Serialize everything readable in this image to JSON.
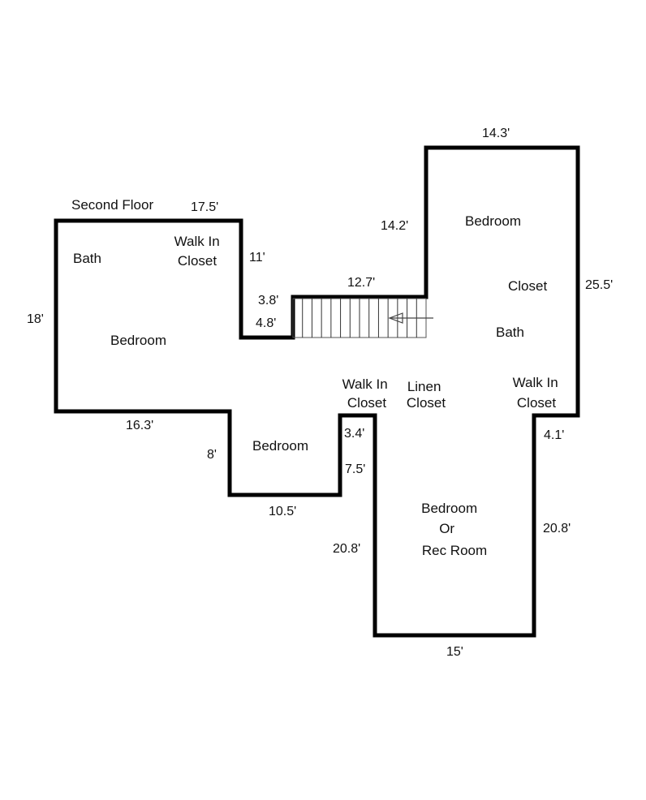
{
  "title": "Second Floor",
  "rooms": {
    "bath_left": "Bath",
    "walk_in_closet_top": [
      "Walk In",
      "Closet"
    ],
    "bedroom_left": "Bedroom",
    "bedroom_bottom": "Bedroom",
    "walk_in_closet_mid": [
      "Walk In",
      "Closet"
    ],
    "linen_closet": [
      "Linen",
      "Closet"
    ],
    "bedroom_right": "Bedroom",
    "closet_right": "Closet",
    "bath_right": "Bath",
    "walk_in_closet_right": [
      "Walk In",
      "Closet"
    ],
    "bedroom_rec": [
      "Bedroom",
      "Or",
      "Rec Room"
    ]
  },
  "dimensions": {
    "top_left_width": "17.5'",
    "left_height": "18'",
    "closet_notch_height": "11'",
    "notch_width": "3.8'",
    "notch_depth": "4.8'",
    "stair_run": "12.7'",
    "right_wing_drop": "14.2'",
    "right_wing_width": "14.3'",
    "right_wing_height": "25.5'",
    "left_bottom_width": "16.3'",
    "bedroom_bottom_height": "8'",
    "bedroom_bottom_width": "10.5'",
    "closet_mid_width": "3.4'",
    "closet_mid_height": "7.5'",
    "rec_left_height": "20.8'",
    "rec_right_height": "20.8'",
    "rec_right_step": "4.1'",
    "rec_width": "15'"
  },
  "colors": {
    "wall": "#000000",
    "text": "#111111",
    "background": "#ffffff"
  }
}
